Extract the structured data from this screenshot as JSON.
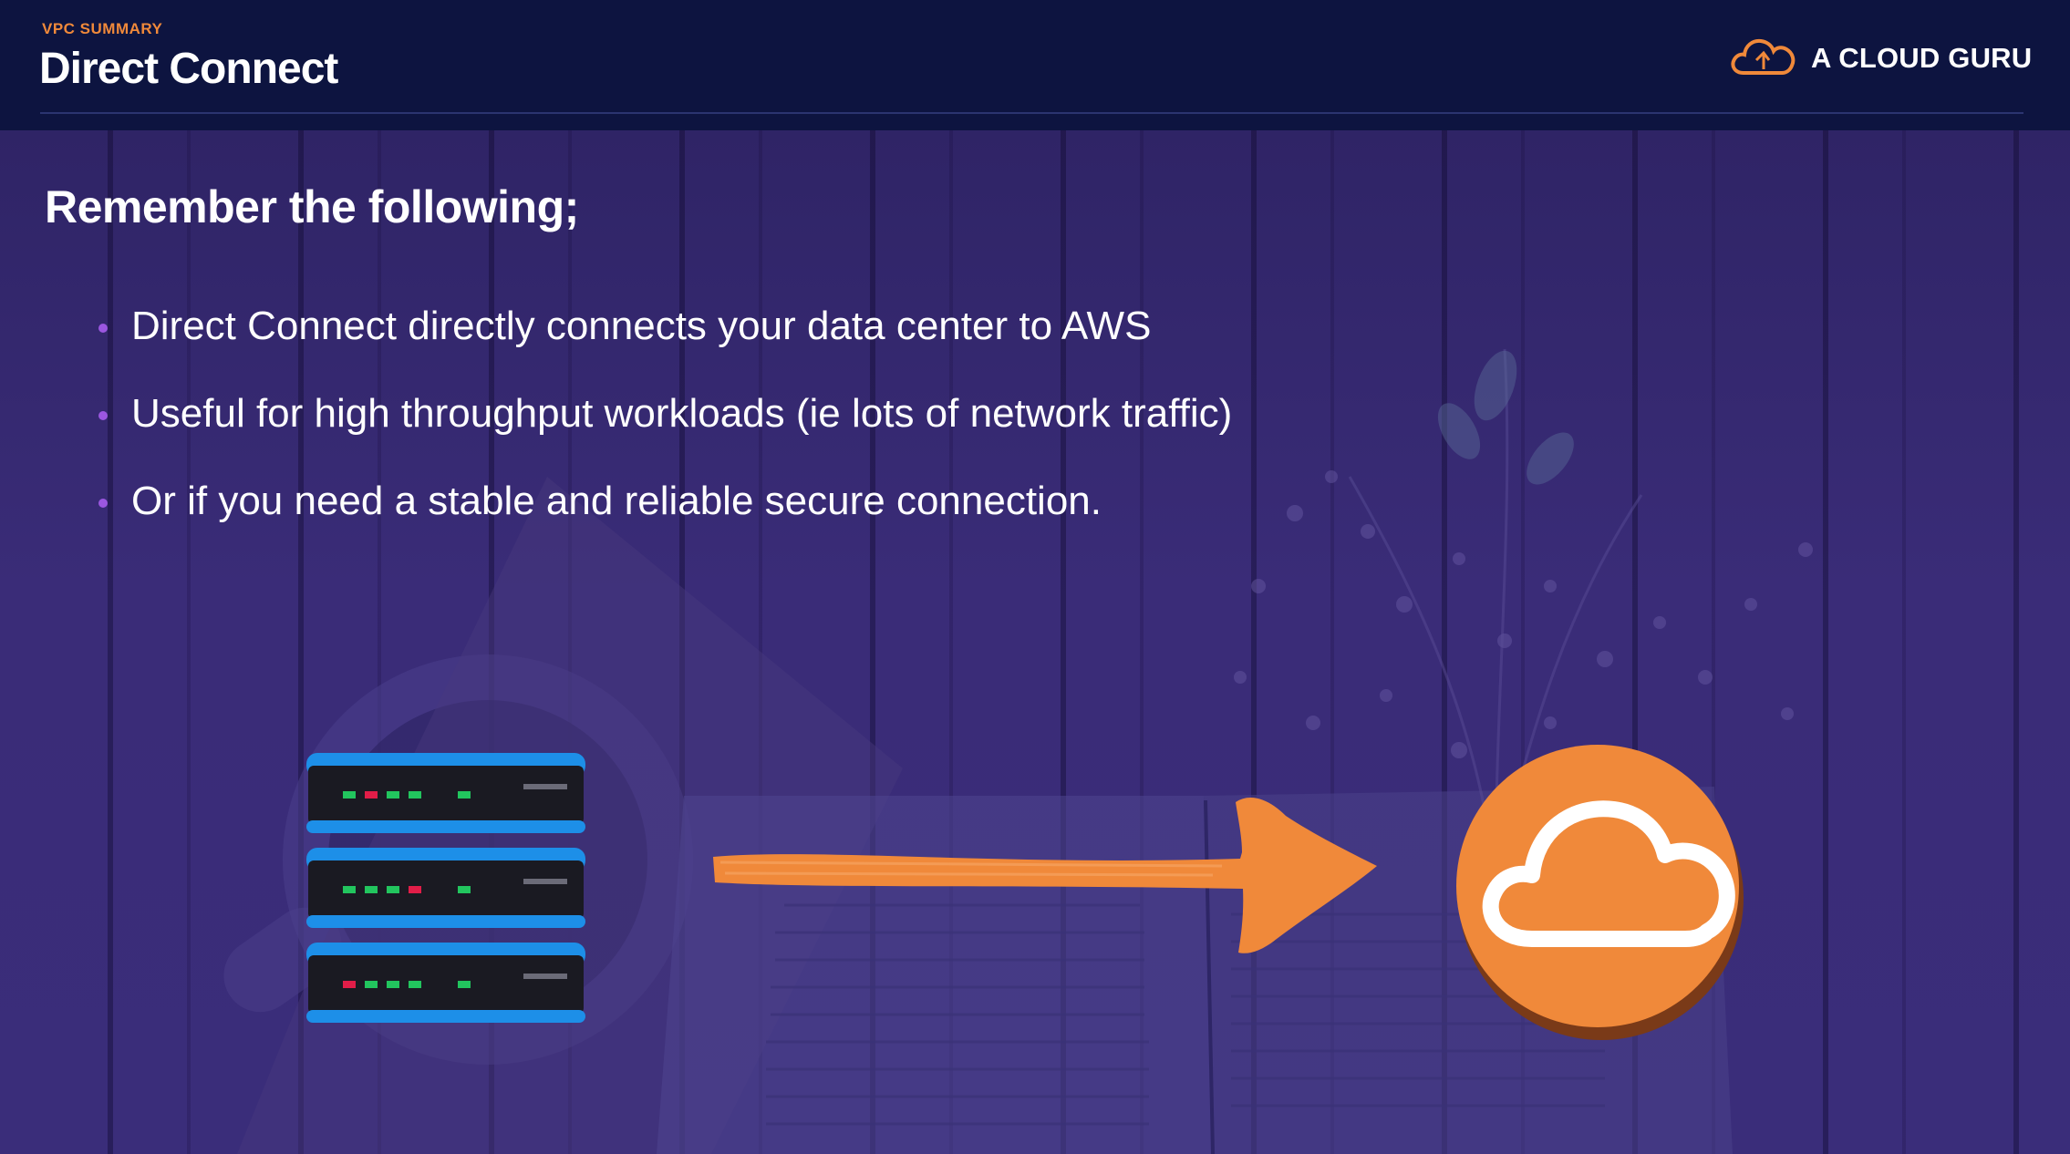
{
  "header": {
    "section_label": "VPC SUMMARY",
    "title": "Direct Connect",
    "brand_name": "A CLOUD GURU"
  },
  "content": {
    "subtitle": "Remember the following;",
    "bullets": [
      "Direct Connect directly connects your data center to AWS",
      "Useful for high throughput workloads (ie lots of network traffic)",
      "Or if you need a stable and reliable secure connection."
    ]
  },
  "diagram": {
    "source_icon": "server-rack-icon",
    "connector_icon": "arrow-right-icon",
    "target_icon": "cloud-icon"
  },
  "colors": {
    "header_bg": "#0d1440",
    "accent_orange": "#f0893a",
    "bullet_purple": "#9b57e0",
    "server_blue": "#1d8fe8",
    "led_green": "#22c55e",
    "led_red": "#e11d48"
  }
}
